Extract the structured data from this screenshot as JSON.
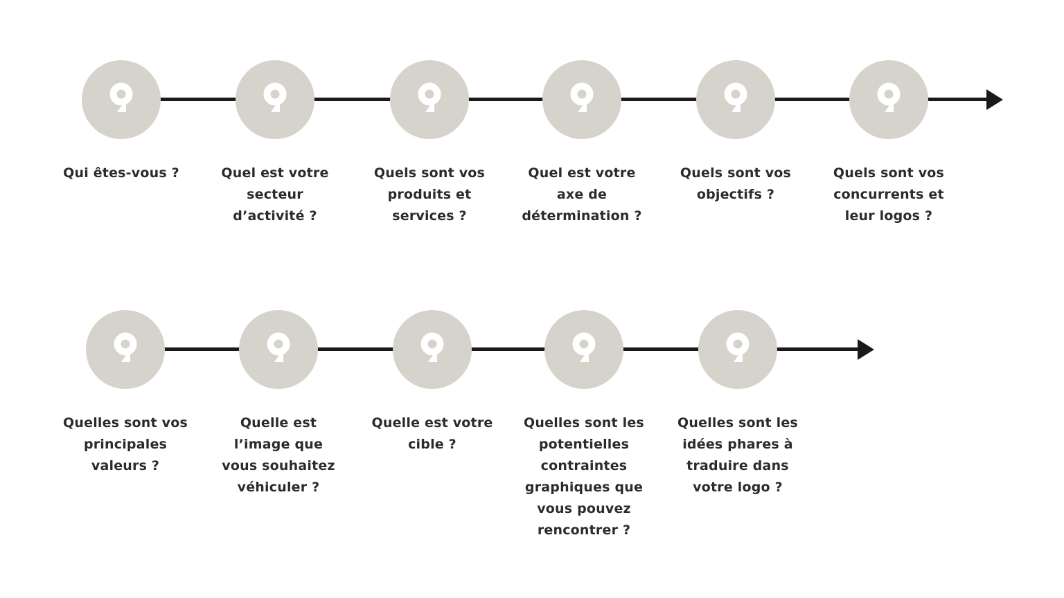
{
  "diagram": {
    "description": "Two-row question timeline infographic (logo/branding brief questions)",
    "colors": {
      "background": "#ffffff",
      "circle_fill": "#d5d3cb",
      "icon": "#ffffff",
      "line": "#1a1a1a",
      "text": "#2b2b2b"
    },
    "icon": {
      "name": "question-bubble-icon",
      "glyph": "Q"
    },
    "rows": [
      {
        "steps": [
          {
            "label": "Qui êtes-vous ?"
          },
          {
            "label": "Quel est votre\nsecteur\nd’activité ?"
          },
          {
            "label": "Quels sont vos\nproduits et\nservices ?"
          },
          {
            "label": "Quel est votre\naxe de\ndétermination ?"
          },
          {
            "label": "Quels sont vos\nobjectifs ?"
          },
          {
            "label": "Quels sont vos\nconcurrents et\nleur logos ?"
          }
        ]
      },
      {
        "steps": [
          {
            "label": "Quelles sont vos\nprincipales\nvaleurs ?"
          },
          {
            "label": "Quelle est\nl’image que\nvous souhaitez\nvéhiculer ?"
          },
          {
            "label": "Quelle est votre\ncible ?"
          },
          {
            "label": "Quelles sont les\npotentielles\ncontraintes\ngraphiques que\nvous pouvez\nrencontrer ?"
          },
          {
            "label": "Quelles sont les\nidées phares à\ntraduire dans\nvotre logo ?"
          }
        ]
      }
    ]
  }
}
